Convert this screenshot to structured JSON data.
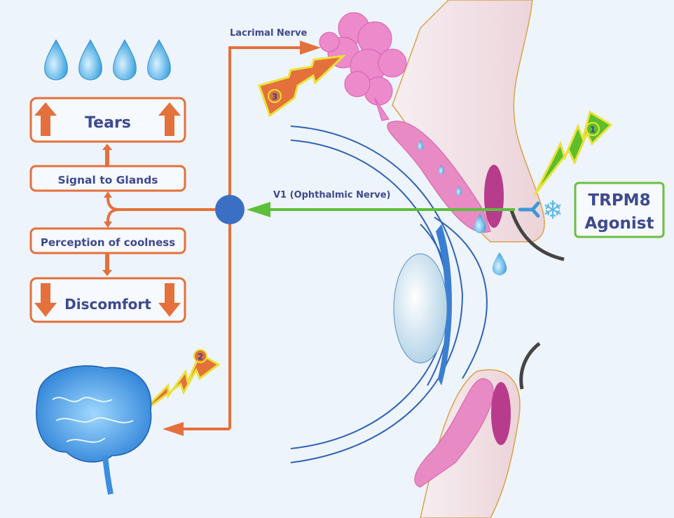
{
  "flow": {
    "tears": "Tears",
    "signal": "Signal to Glands",
    "perception": "Perception of coolness",
    "discomfort": "Discomfort"
  },
  "nerves": {
    "lacrimal": "Lacrimal Nerve",
    "v1": "V1 (Ophthalmic Nerve)"
  },
  "agonist": {
    "line1": "TRPM8",
    "line2": "Agonist"
  },
  "bolts": {
    "one": "1",
    "two": "2",
    "three": "3"
  },
  "colors": {
    "background": "#eef4fb",
    "orange": "#e4703c",
    "text": "#3d4a8e",
    "green": "#5cbf3a",
    "nerve_node": "#3a6fc4",
    "gland_pink": "#e46cb8",
    "skin": "#f2dde2"
  }
}
